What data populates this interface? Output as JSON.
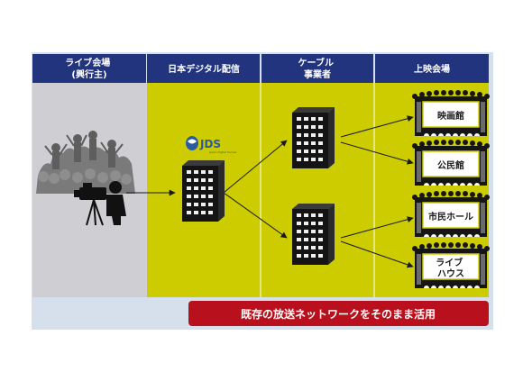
{
  "columns": [
    {
      "label_lines": [
        "ライブ会場",
        "(興行主)"
      ]
    },
    {
      "label_lines": [
        "日本デジタル配信"
      ]
    },
    {
      "label_lines": [
        "ケーブル",
        "事業者"
      ]
    },
    {
      "label_lines": [
        "上映会場"
      ]
    }
  ],
  "logo": {
    "text": "JDS",
    "subtext": "Japan Digital Serves"
  },
  "venues": [
    {
      "label_lines": [
        "映画館"
      ]
    },
    {
      "label_lines": [
        "公民館"
      ]
    },
    {
      "label_lines": [
        "市民ホール"
      ]
    },
    {
      "label_lines": [
        "ライブ",
        "ハウス"
      ]
    }
  ],
  "banner": {
    "text": "既存の放送ネットワークをそのまま活用"
  },
  "colors": {
    "header": "#23347f",
    "live_panel": "#cfcfd3",
    "network_panel": "#cccc00",
    "banner": "#b8101c",
    "outer_frame": "#d6e0ec"
  }
}
